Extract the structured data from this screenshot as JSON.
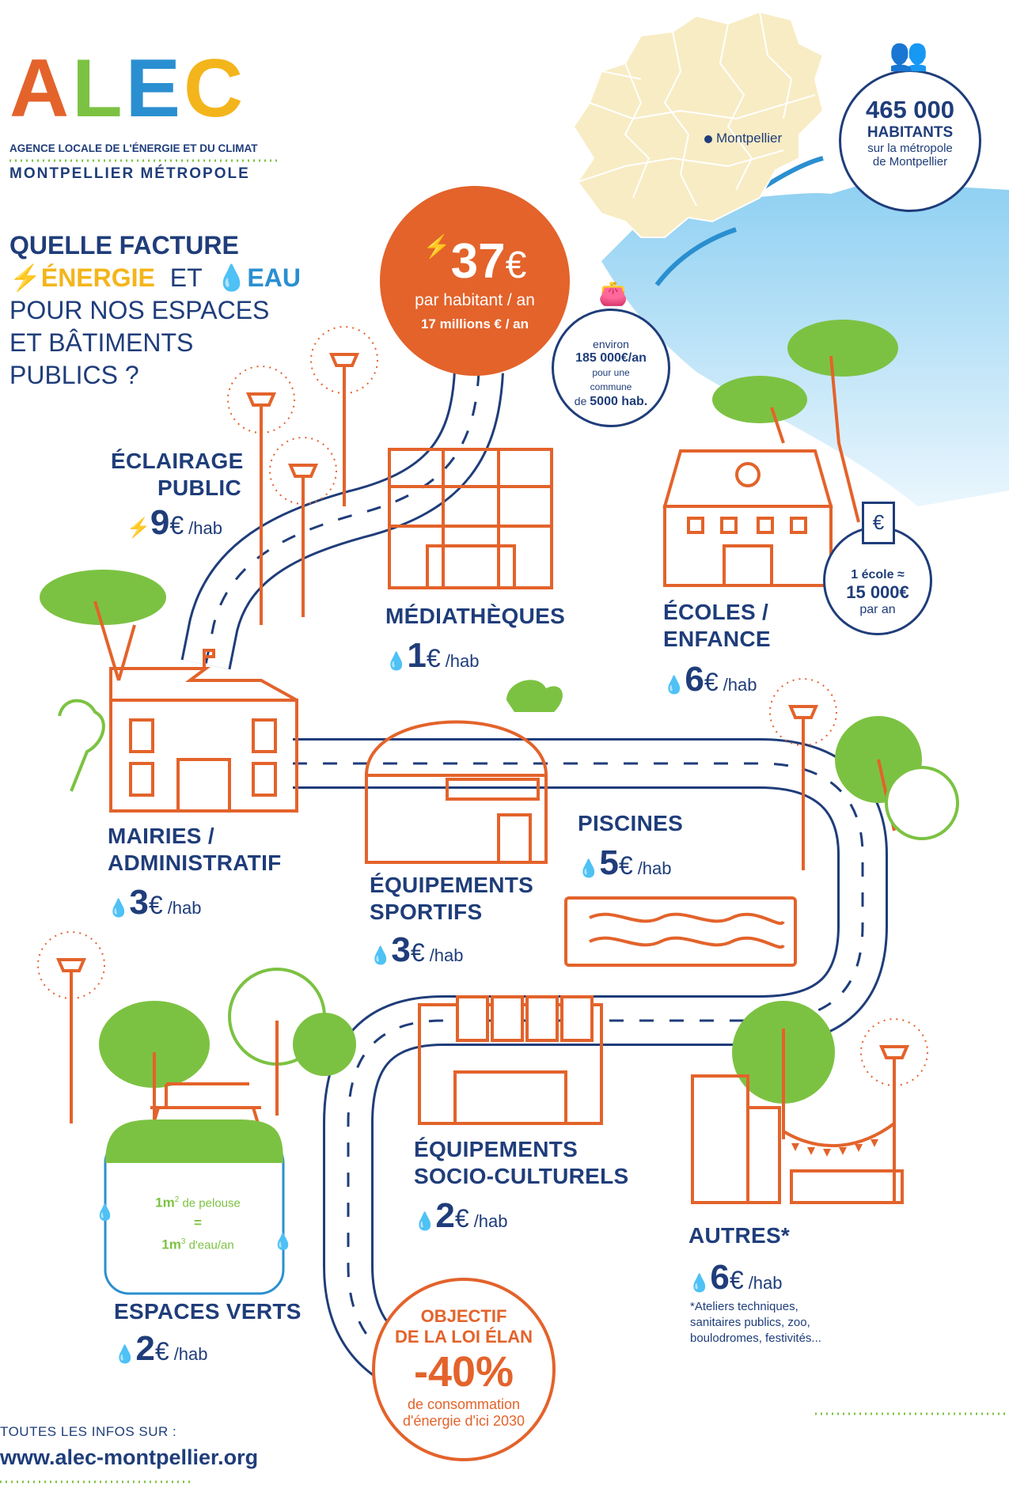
{
  "logo": {
    "letters": "ALEC",
    "line1": "AGENCE LOCALE DE L'ÉNERGIE ET DU CLIMAT",
    "line2": "MONTPELLIER MÉTROPOLE"
  },
  "title": {
    "line1": "QUELLE FACTURE",
    "energy": "ÉNERGIE",
    "et": "ET",
    "eau": "EAU",
    "line3": "POUR NOS ESPACES",
    "line4": "ET BÂTIMENTS",
    "line5": "PUBLICS ?"
  },
  "map": {
    "city": "Montpellier"
  },
  "inhabitants": {
    "value": "465 000",
    "label": "HABITANTS",
    "sub1": "sur la métropole",
    "sub2": "de Montpellier"
  },
  "total": {
    "amount": "37",
    "currency": "€",
    "per": "par habitant / an",
    "total": "17 millions € / an"
  },
  "commune": {
    "l1": "environ",
    "l2": "185 000€/an",
    "l3": "pour une",
    "l4": "commune",
    "l5": "de",
    "l6": "5000 hab."
  },
  "ecole": {
    "l1": "1 école ≈",
    "l2": "15 000€",
    "l3": "par an"
  },
  "categories": {
    "eclairage": {
      "l1": "ÉCLAIRAGE",
      "l2": "PUBLIC",
      "value": "9",
      "cur": "€",
      "unit": "/hab"
    },
    "mediatheques": {
      "l1": "MÉDIATHÈQUES",
      "value": "1",
      "cur": "€",
      "unit": "/hab"
    },
    "ecoles": {
      "l1": "ÉCOLES /",
      "l2": "ENFANCE",
      "value": "6",
      "cur": "€",
      "unit": "/hab"
    },
    "mairies": {
      "l1": "MAIRIES /",
      "l2": "ADMINISTRATIF",
      "value": "3",
      "cur": "€",
      "unit": "/hab"
    },
    "sportifs": {
      "l1": "ÉQUIPEMENTS",
      "l2": "SPORTIFS",
      "value": "3",
      "cur": "€",
      "unit": "/hab"
    },
    "piscines": {
      "l1": "PISCINES",
      "value": "5",
      "cur": "€",
      "unit": "/hab"
    },
    "socio": {
      "l1": "ÉQUIPEMENTS",
      "l2": "SOCIO-CULTURELS",
      "value": "2",
      "cur": "€",
      "unit": "/hab"
    },
    "espaces": {
      "l1": "ESPACES VERTS",
      "value": "2",
      "cur": "€",
      "unit": "/hab"
    },
    "autres": {
      "l1": "AUTRES*",
      "value": "6",
      "cur": "€",
      "unit": "/hab",
      "note1": "*Ateliers techniques,",
      "note2": "sanitaires publics, zoo,",
      "note3": "boulodromes, festivités..."
    }
  },
  "pelouse": {
    "a": "1m",
    "a_sup": "2",
    "a_rest": " de pelouse",
    "eq": "=",
    "b": "1m",
    "b_sup": "3",
    "b_rest": " d'eau/an"
  },
  "objectif": {
    "l1": "OBJECTIF",
    "l2": "DE LA LOI ÉLAN",
    "value": "-40%",
    "l3": "de consommation",
    "l4": "d'énergie d'ici 2030"
  },
  "footer": {
    "label": "TOUTES LES INFOS SUR :",
    "url": "www.alec-montpellier.org"
  },
  "colors": {
    "navy": "#1f3d7a",
    "orange": "#e3632b",
    "green": "#7cc242",
    "yellow": "#f3b51b",
    "blue": "#2a8fd0",
    "sand": "#f8ecc4",
    "sea": "#bfe2f6"
  }
}
